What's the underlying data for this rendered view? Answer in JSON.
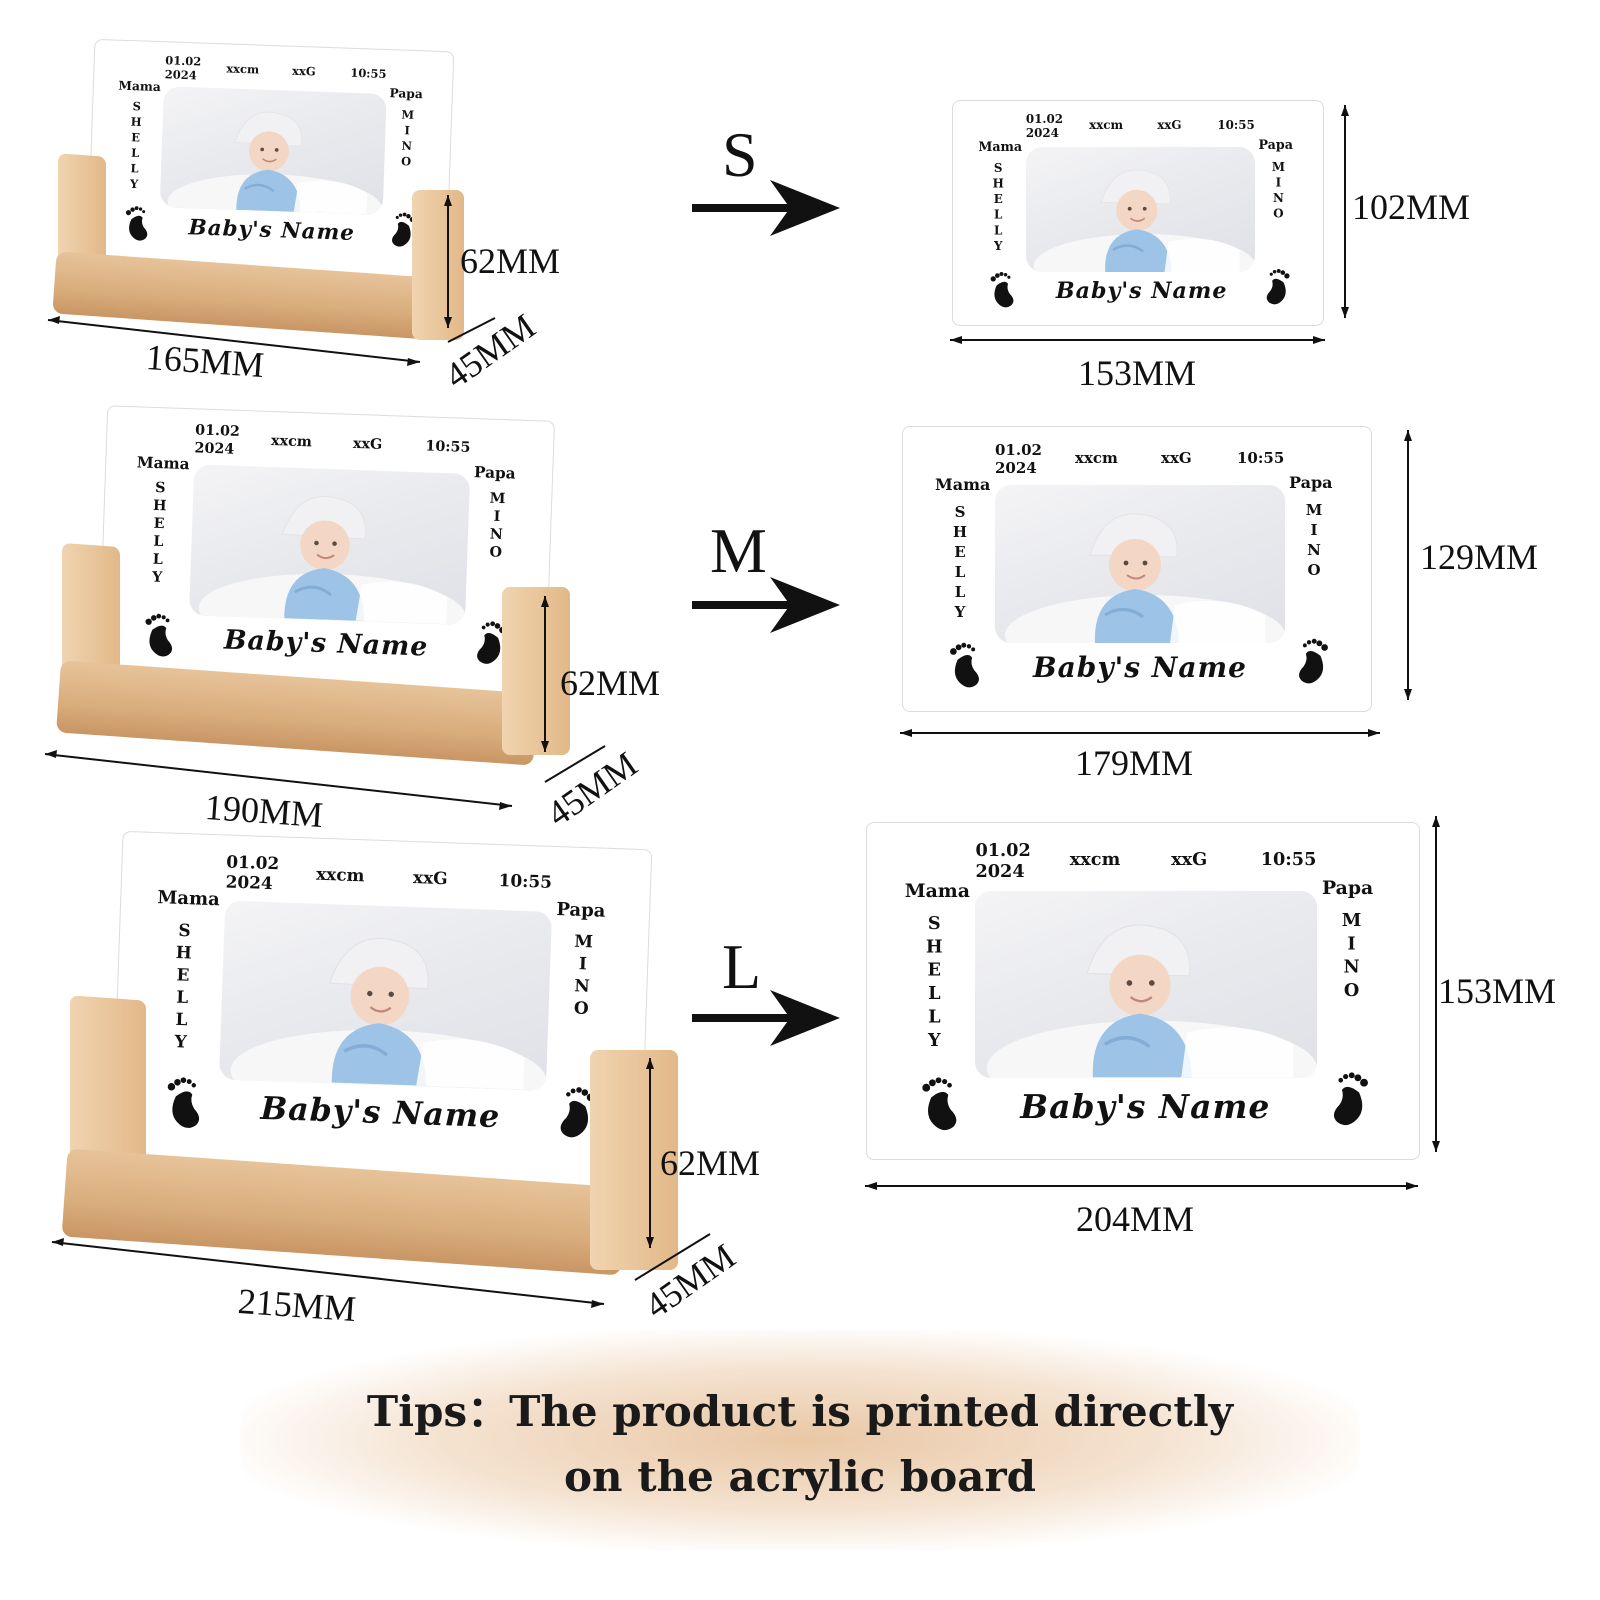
{
  "panel_text": {
    "date_line1": "01.02",
    "date_line2": "2024",
    "length": "xxcm",
    "weight": "xxG",
    "time": "10:55",
    "mama": "Mama",
    "mama_name": "SHELLY",
    "papa": "Papa",
    "papa_name": "MINO",
    "baby_name": "Baby's Name"
  },
  "sizes": [
    {
      "letter": "S",
      "stand_width": "165MM",
      "stand_height": "62MM",
      "stand_depth": "45MM",
      "board_width": "153MM",
      "board_height": "102MM"
    },
    {
      "letter": "M",
      "stand_width": "190MM",
      "stand_height": "62MM",
      "stand_depth": "45MM",
      "board_width": "179MM",
      "board_height": "129MM"
    },
    {
      "letter": "L",
      "stand_width": "215MM",
      "stand_height": "62MM",
      "stand_depth": "45MM",
      "board_width": "204MM",
      "board_height": "153MM"
    }
  ],
  "tips": {
    "line1": "Tips：The product is printed directly",
    "line2": "on the acrylic board"
  },
  "colors": {
    "wood": "#d9ad7c",
    "tips_glow": "#e8c4a0",
    "onesie": "#9dc3e6"
  }
}
